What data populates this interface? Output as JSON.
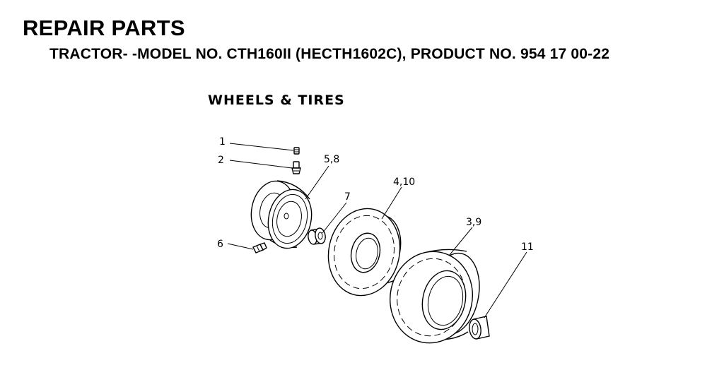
{
  "header": {
    "title": "REPAIR PARTS",
    "subtitle": "TRACTOR- -MODEL NO. CTH160II (HECTH1602C), PRODUCT NO. 954 17 00-22"
  },
  "section": {
    "title": "WHEELS & TIRES"
  },
  "callouts": [
    "1",
    "2",
    "5,8",
    "7",
    "4,10",
    "3,9",
    "11",
    "6"
  ]
}
